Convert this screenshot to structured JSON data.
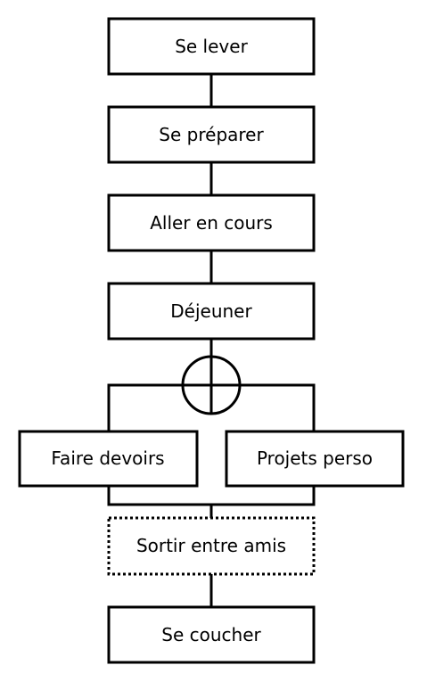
{
  "diagram": {
    "steps": {
      "se_lever": "Se lever",
      "se_preparer": "Se préparer",
      "aller_en_cours": "Aller en cours",
      "dejeuner": "Déjeuner",
      "faire_devoirs": "Faire devoirs",
      "projets_perso": "Projets perso",
      "sortir_entre_amis": "Sortir entre amis",
      "se_coucher": "Se coucher"
    },
    "notes": {
      "parallel_symbol": "circle-plus (exclusive/parallel choice)",
      "optional_step": "sortir_entre_amis drawn with dotted border (optional)"
    }
  }
}
